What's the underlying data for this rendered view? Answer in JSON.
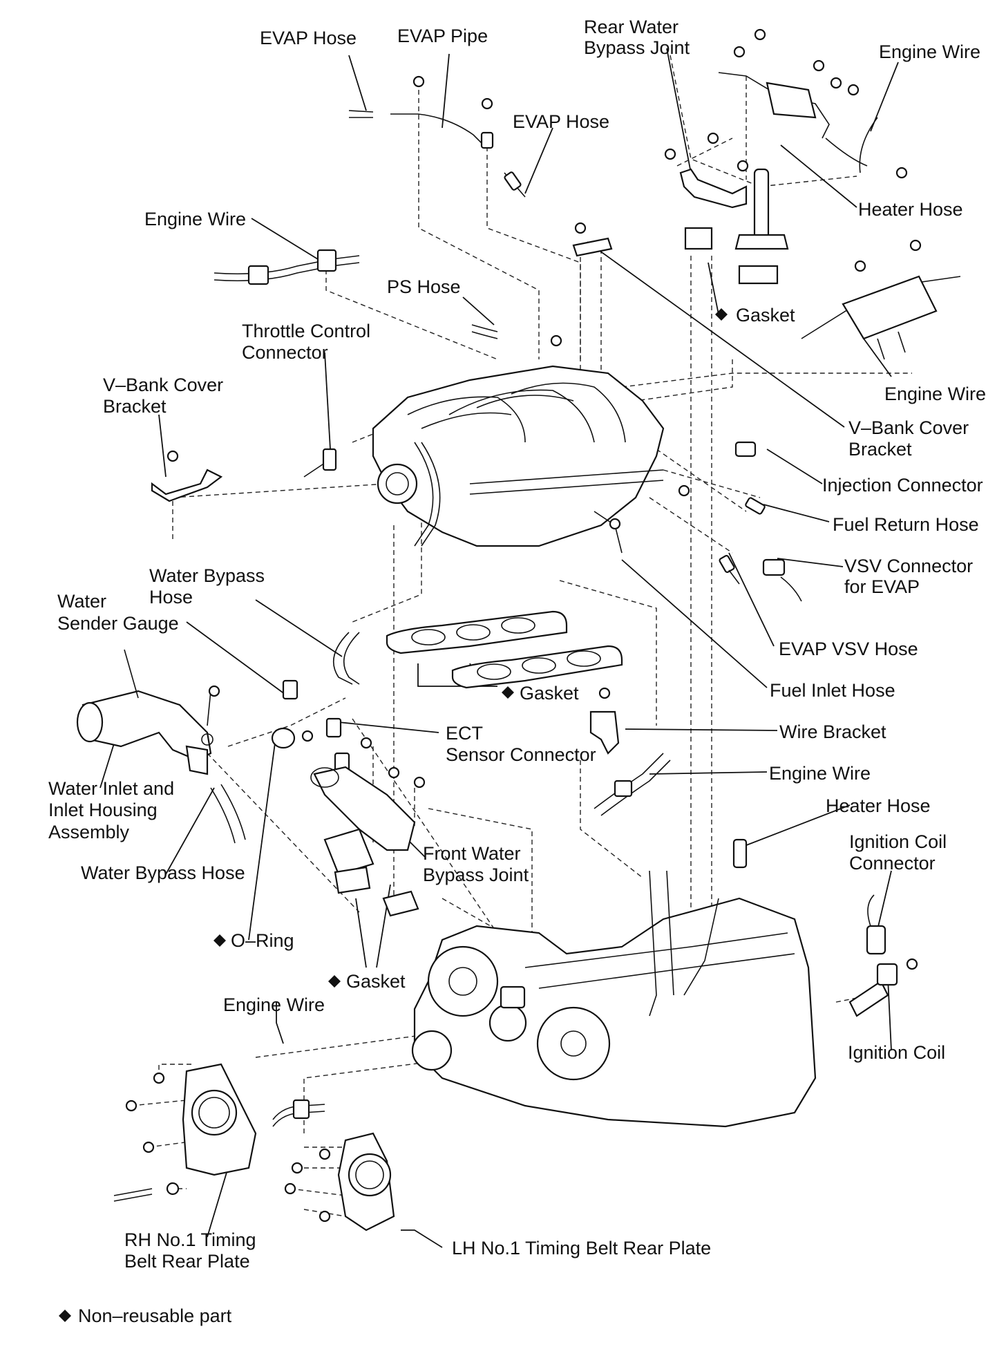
{
  "labels": {
    "evap_hose_top": "EVAP Hose",
    "evap_pipe": "EVAP Pipe",
    "rear_water_bypass_1": "Rear Water",
    "rear_water_bypass_2": "Bypass Joint",
    "engine_wire_tr": "Engine Wire",
    "evap_hose_2": "EVAP Hose",
    "heater_hose_top": "Heater Hose",
    "engine_wire_left": "Engine Wire",
    "ps_hose": "PS Hose",
    "gasket_top": "Gasket",
    "throttle_1": "Throttle Control",
    "throttle_2": "Connector",
    "vbank_l_1": "V–Bank Cover",
    "vbank_l_2": "Bracket",
    "engine_wire_r2": "Engine Wire",
    "vbank_r_1": "V–Bank Cover",
    "vbank_r_2": "Bracket",
    "injection_connector": "Injection Connector",
    "fuel_return_hose": "Fuel Return Hose",
    "vsv_1": "VSV Connector",
    "vsv_2": "for EVAP",
    "evap_vsv_hose": "EVAP VSV Hose",
    "water_bypass_hose_1": "Water Bypass",
    "water_bypass_hose_2": "Hose",
    "water_sender_1": "Water",
    "water_sender_2": "Sender Gauge",
    "gasket_mid": "Gasket",
    "fuel_inlet_hose": "Fuel Inlet Hose",
    "ect_1": "ECT",
    "ect_2": "Sensor Connector",
    "wire_bracket": "Wire Bracket",
    "engine_wire_mid": "Engine Wire",
    "water_inlet_1": "Water Inlet and",
    "water_inlet_2": "Inlet Housing",
    "water_inlet_3": "Assembly",
    "heater_hose_mid": "Heater Hose",
    "front_water_1": "Front Water",
    "front_water_2": "Bypass Joint",
    "ignition_coil_conn_1": "Ignition Coil",
    "ignition_coil_conn_2": "Connector",
    "water_bypass_hose_low": "Water Bypass Hose",
    "o_ring": "O–Ring",
    "gasket_low": "Gasket",
    "engine_wire_low": "Engine Wire",
    "ignition_coil": "Ignition Coil",
    "rh_plate_1": "RH No.1 Timing",
    "rh_plate_2": "Belt Rear Plate",
    "lh_plate": "LH No.1 Timing Belt Rear Plate",
    "legend": "Non–reusable part"
  }
}
